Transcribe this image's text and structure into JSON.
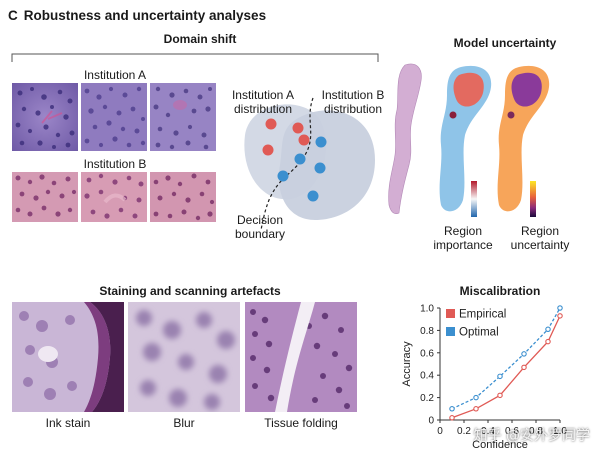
{
  "header": {
    "letter": "C",
    "title": "Robustness and uncertainty analyses"
  },
  "domain_shift": {
    "title": "Domain shift",
    "institution_a": "Institution A",
    "institution_b": "Institution B",
    "dist_a": "Institution A\ndistribution",
    "dist_b": "Institution B\ndistribution",
    "boundary": "Decision\nboundary"
  },
  "model_uncertainty": {
    "title": "Model uncertainty",
    "region_importance": "Region\nimportance",
    "region_uncertainty": "Region\nuncertainty"
  },
  "artefacts": {
    "title": "Staining and scanning artefacts",
    "labels": [
      "Ink stain",
      "Blur",
      "Tissue folding"
    ]
  },
  "miscalibration": {
    "title": "Miscalibration"
  },
  "chart_data": {
    "type": "line",
    "title": "Miscalibration",
    "xlabel": "Confidence",
    "ylabel": "Accuracy",
    "xlim": [
      0,
      1.0
    ],
    "ylim": [
      0,
      1.0
    ],
    "yticks": [
      "0",
      "0.2",
      "0.4",
      "0.6",
      "0.8",
      "1.0"
    ],
    "xticks": [
      "0",
      "0.2",
      "0.4",
      "0.6",
      "0.8",
      "1.0"
    ],
    "legend_position": "top-left",
    "series": [
      {
        "name": "Empirical",
        "color": "#e05a55",
        "style": "solid",
        "x": [
          0.1,
          0.3,
          0.5,
          0.7,
          0.9,
          1.0
        ],
        "y": [
          0.02,
          0.1,
          0.22,
          0.47,
          0.7,
          0.93
        ]
      },
      {
        "name": "Optimal",
        "color": "#3b8fcf",
        "style": "dashed",
        "x": [
          0.1,
          0.3,
          0.5,
          0.7,
          0.9,
          1.0
        ],
        "y": [
          0.1,
          0.2,
          0.39,
          0.59,
          0.81,
          1.0
        ]
      }
    ]
  },
  "watermark": "知乎 @安外罗同学"
}
